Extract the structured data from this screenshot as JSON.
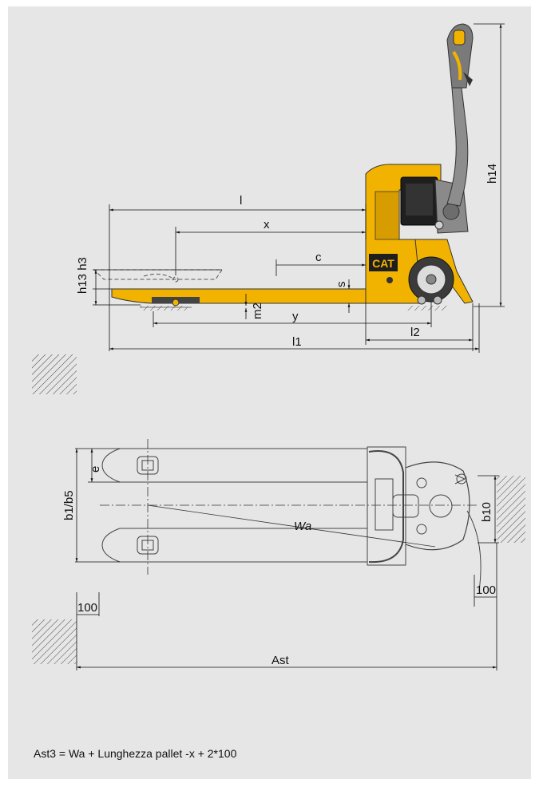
{
  "labels": {
    "l": "l",
    "x": "x",
    "c": "c",
    "h13_h3": "h13 h3",
    "s": "s",
    "m2": "m2",
    "y": "y",
    "l2": "l2",
    "l1": "l1",
    "h14": "h14",
    "e": "e",
    "b1_b5": "b1/b5",
    "wa": "Wa",
    "b10": "b10",
    "hundred_right": "100",
    "hundred_left": "100",
    "ast": "Ast",
    "cat_logo": "CAT"
  },
  "formula": "Ast3 = Wa + Lunghezza pallet -x + 2*100",
  "colors": {
    "background": "#e6e6e6",
    "truck_yellow": "#f2b300",
    "dark": "#2b2b2b",
    "gray": "#8a8a8a"
  }
}
